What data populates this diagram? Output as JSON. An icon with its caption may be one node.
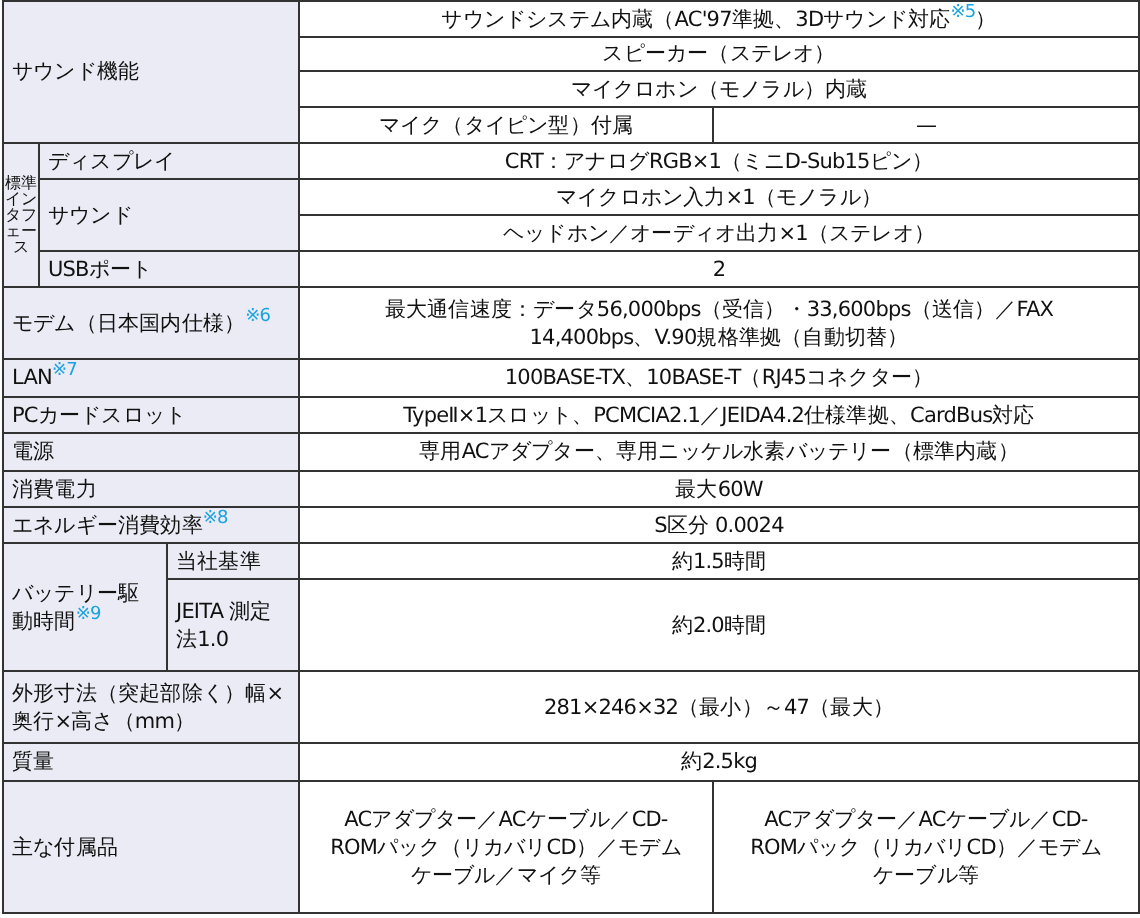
{
  "diagram": {
    "labels": [
      "サウンド機能",
      "サウンドシステム内蔵（AC'97準拠、3Dサウンド対応$^{※5}$）",
      "スピーカー（ステレオ）",
      "マイクロホン（モノラル）内蔵",
      "マイク（タイピン型）付属",
      "—",
      "標準インタフェース",
      "ディスプレイ",
      "CRT：アナログRGB×1（ミニD-Sub15ピン）",
      "サウンド",
      "マイクロホン入力×1（モノラル）",
      "ヘッドホン／オーディオ出力×1（ステレオ）",
      "USBポート",
      "2",
      "モデム（日本国内仕様）$^{※6}$",
      "最大通信速度：データ56,000bps（受信）・33,600bps（送信）／FAX 14,400bps、V.90規格準拠（自動切替）",
      "LAN$^{※7}$",
      "100BASE-TX、10BASE-T（RJ45コネクター）",
      "PCカードスロット",
      "TypeⅡ×1スロット、PCMCIA2.1／JEIDA4.2仕様準拠、CardBus対応",
      "電源",
      "専用ACアダプター、専用ニッケル水素バッテリー（標準内蔵）",
      "消費電力",
      "最大60W",
      "エネルギー消費効率$^{※8}$",
      "S区分 0.0024",
      "バッテリー駆動時間$^{※9}$",
      "当社基準",
      "約1.5時間",
      "JEITA 測定法1.0",
      "約2.0時間",
      "外形寸法（突起部除く）幅×奥行×高さ（mm）",
      "281×246×32（最小）～47（最大）",
      "質量",
      "約2.5kg",
      "主な付属品",
      "ACアダプター／ACケーブル／CD-ROMパック（リカバリCD）／モデムケーブル／マイク等",
      "ACアダプター／ACケーブル／CD-ROMパック（リカバリCD）／モデムケーブル等"
    ]
  }
}
